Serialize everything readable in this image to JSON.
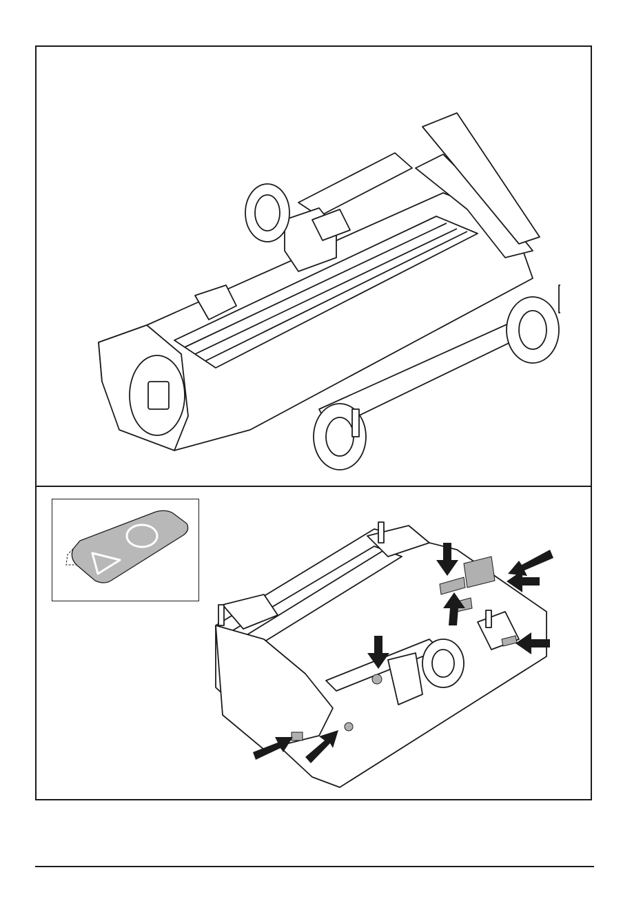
{
  "page": {
    "background": "#ffffff",
    "line_color": "#1a1a1a",
    "label_fill": "#b0b0b0",
    "arrow_fill": "#1a1a1a"
  },
  "figures": {
    "top": {
      "icon": "mower-deck-perspective-illustration"
    },
    "bottom": {
      "icon": "mower-deck-underside-decal-locations",
      "callout_count": 7
    },
    "inset": {
      "icon": "decal-peel-icon"
    }
  }
}
